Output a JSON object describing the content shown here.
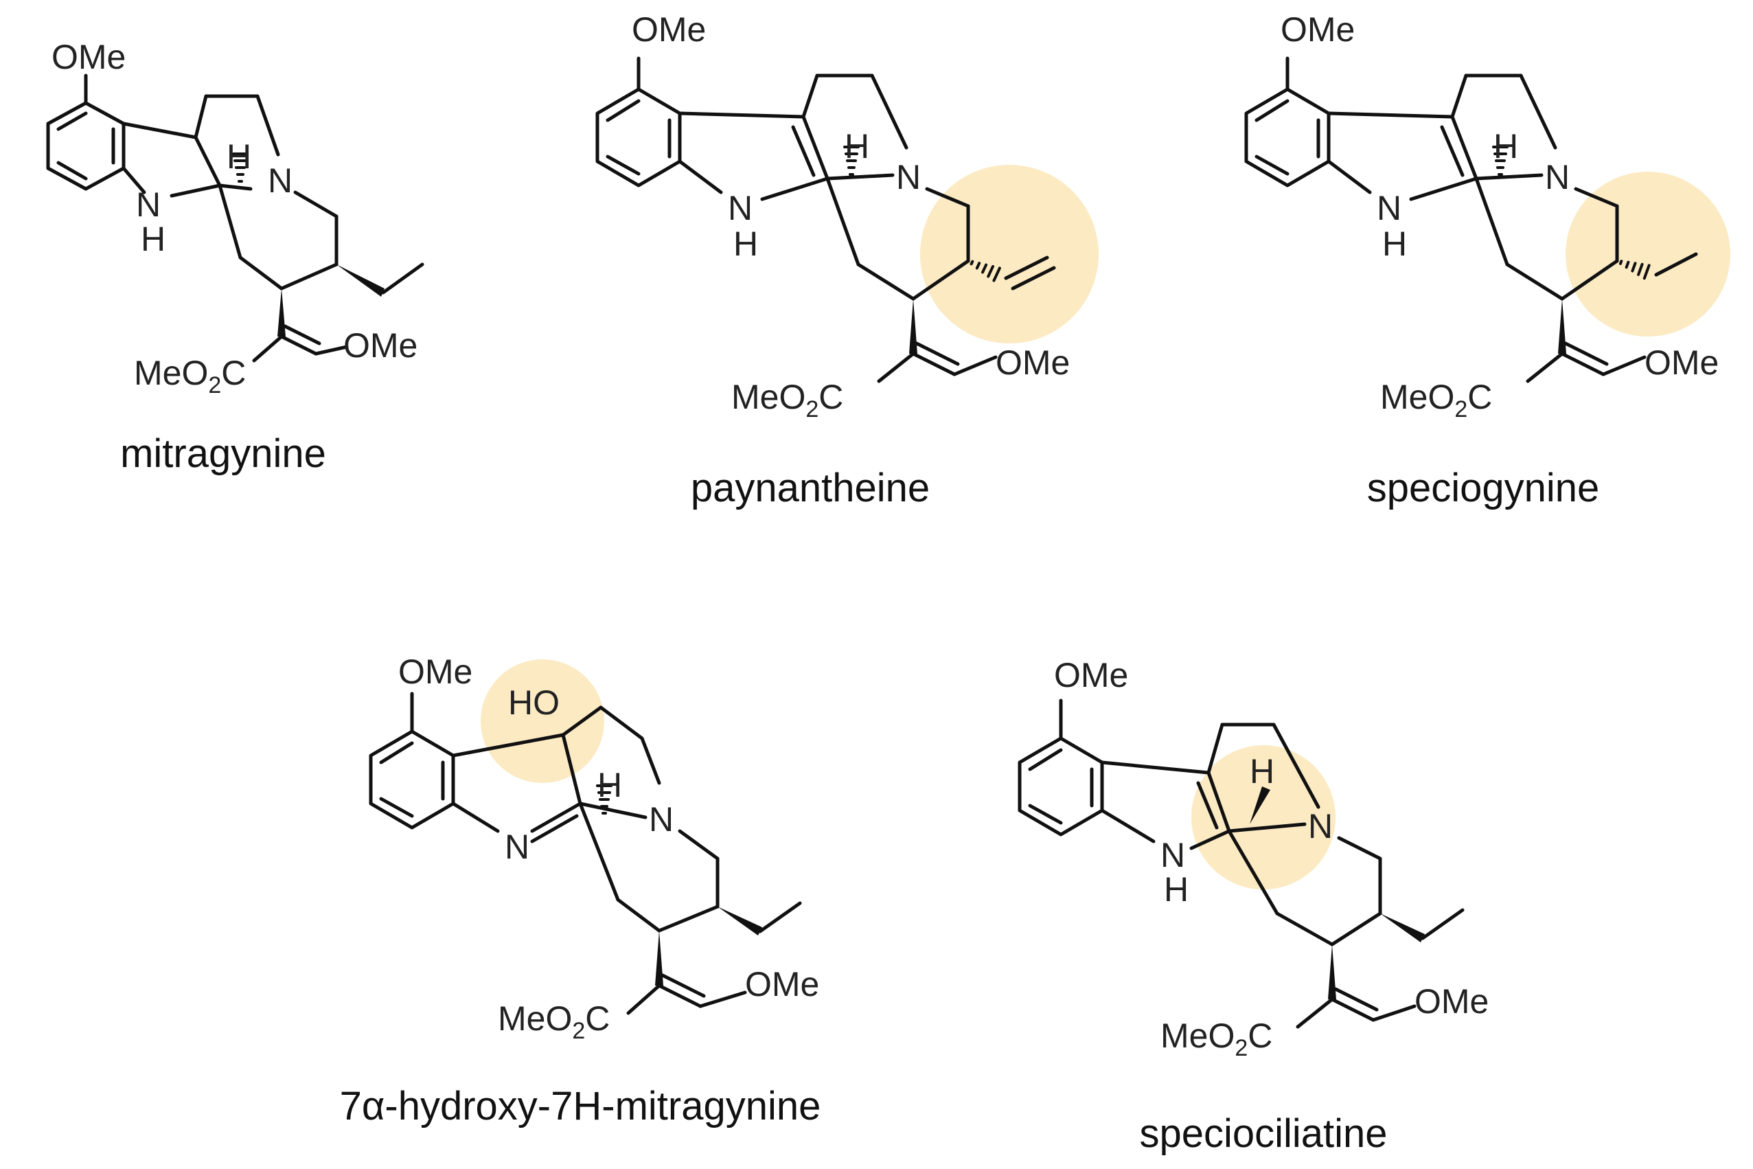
{
  "highlight_color": "#fbe6b9",
  "compounds": [
    {
      "name": "mitragynine"
    },
    {
      "name": "paynantheine"
    },
    {
      "name": "speciogynine"
    },
    {
      "name": "7α-hydroxy-7H-mitragynine"
    },
    {
      "name": "speciociliatine"
    }
  ],
  "atoms": {
    "ome": "OMe",
    "n": "N",
    "h": "H",
    "ho": "HO",
    "meo": "MeO",
    "o2": "2",
    "c": "C"
  }
}
